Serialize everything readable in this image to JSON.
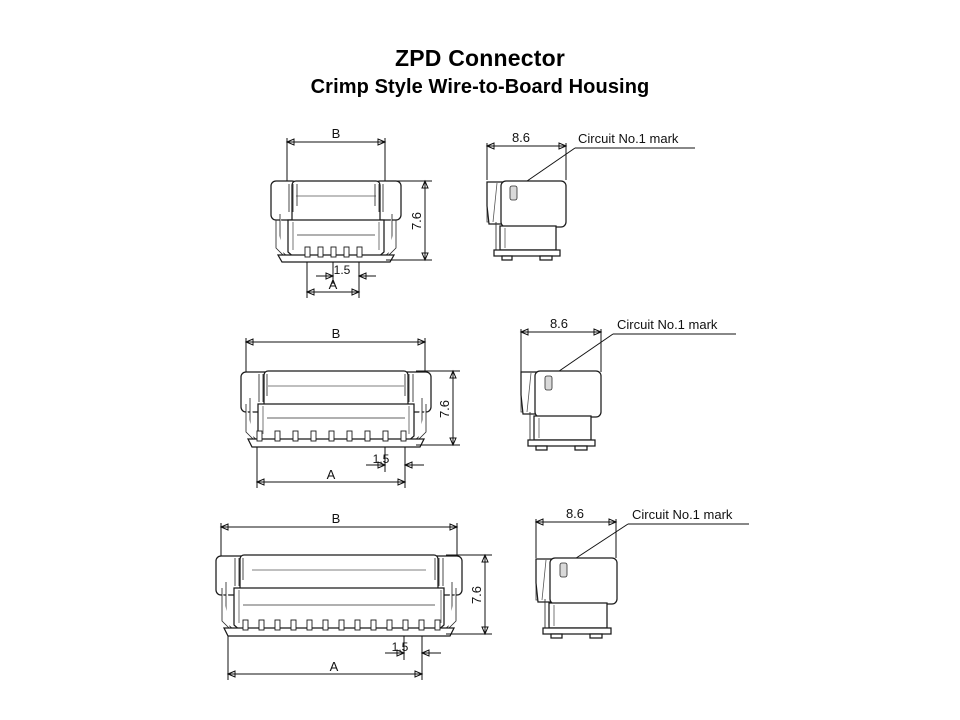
{
  "title": {
    "line1": "ZPD Connector",
    "line2": "Crimp Style Wire-to-Board Housing"
  },
  "colors": {
    "background": "#ffffff",
    "outline": "#1a1a1a",
    "shading": "#d9d9d9",
    "inner_line": "#555555",
    "text": "#111111"
  },
  "views": [
    {
      "id": "small",
      "name": "small-circuit-count-view",
      "front": {
        "label": "front-view",
        "dim_b": "B",
        "dim_a": "A",
        "dim_pitch": "1.5",
        "dim_height": "7.6",
        "pin_count": 5
      },
      "side": {
        "label": "side-view",
        "dim_width": "8.6",
        "note": "Circuit No.1 mark"
      }
    },
    {
      "id": "medium",
      "name": "medium-circuit-count-view",
      "front": {
        "label": "front-view",
        "dim_b": "B",
        "dim_a": "A",
        "dim_pitch": "1.5",
        "dim_height": "7.6",
        "pin_count": 9
      },
      "side": {
        "label": "side-view",
        "dim_width": "8.6",
        "note": "Circuit No.1 mark"
      }
    },
    {
      "id": "large",
      "name": "large-circuit-count-view",
      "front": {
        "label": "front-view",
        "dim_b": "B",
        "dim_a": "A",
        "dim_pitch": "1.5",
        "dim_height": "7.6",
        "pin_count": 13
      },
      "side": {
        "label": "side-view",
        "dim_width": "8.6",
        "note": "Circuit No.1 mark"
      }
    }
  ]
}
